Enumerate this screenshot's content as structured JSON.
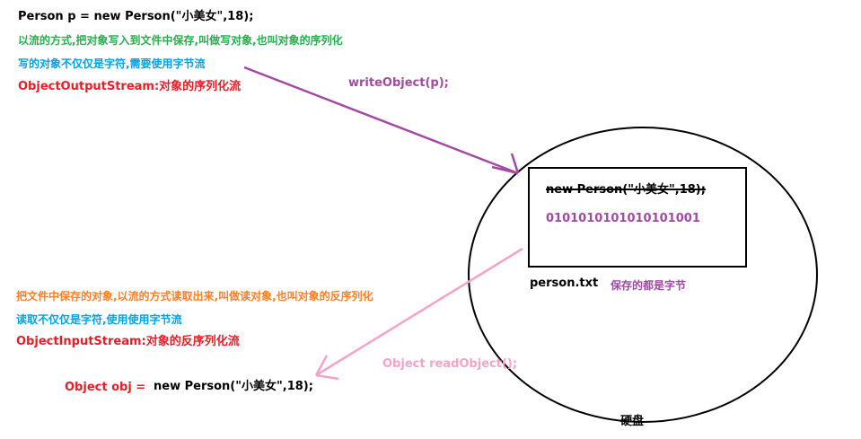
{
  "serialize": {
    "code_line": "Person p = new Person(\"小美女\",18);",
    "desc_line1": "以流的方式,把对象写入到文件中保存,叫做写对象,也叫对象的序列化",
    "desc_line2": "写的对象不仅仅是字符,需要使用字节流",
    "class_line": "ObjectOutputStream:对象的序列化流",
    "method_label": "writeObject(p);"
  },
  "file_box": {
    "object_text": "new Person(\"小美女\",18);",
    "bytes_text": "0101010101010101001",
    "filename": "person.txt",
    "note": "保存的都是字节"
  },
  "disk_label": "硬盘",
  "deserialize": {
    "desc_line1": "把文件中保存的对象,以流的方式读取出来,叫做读对象,也叫对象的反序列化",
    "desc_line2": "读取不仅仅是字符,使用使用字节流",
    "class_line": "ObjectInputStream:对象的反序列化流",
    "method_label": "Object readObject();",
    "result_prefix": "Object obj =",
    "result_value": "new Person(\"小美女\",18);"
  },
  "colors": {
    "black": "#000000",
    "green": "#22b14c",
    "blue": "#00a2e8",
    "red": "#ed1c24",
    "purple": "#a349a4",
    "orange": "#ff7f27",
    "pink": "#f5a3c7"
  }
}
